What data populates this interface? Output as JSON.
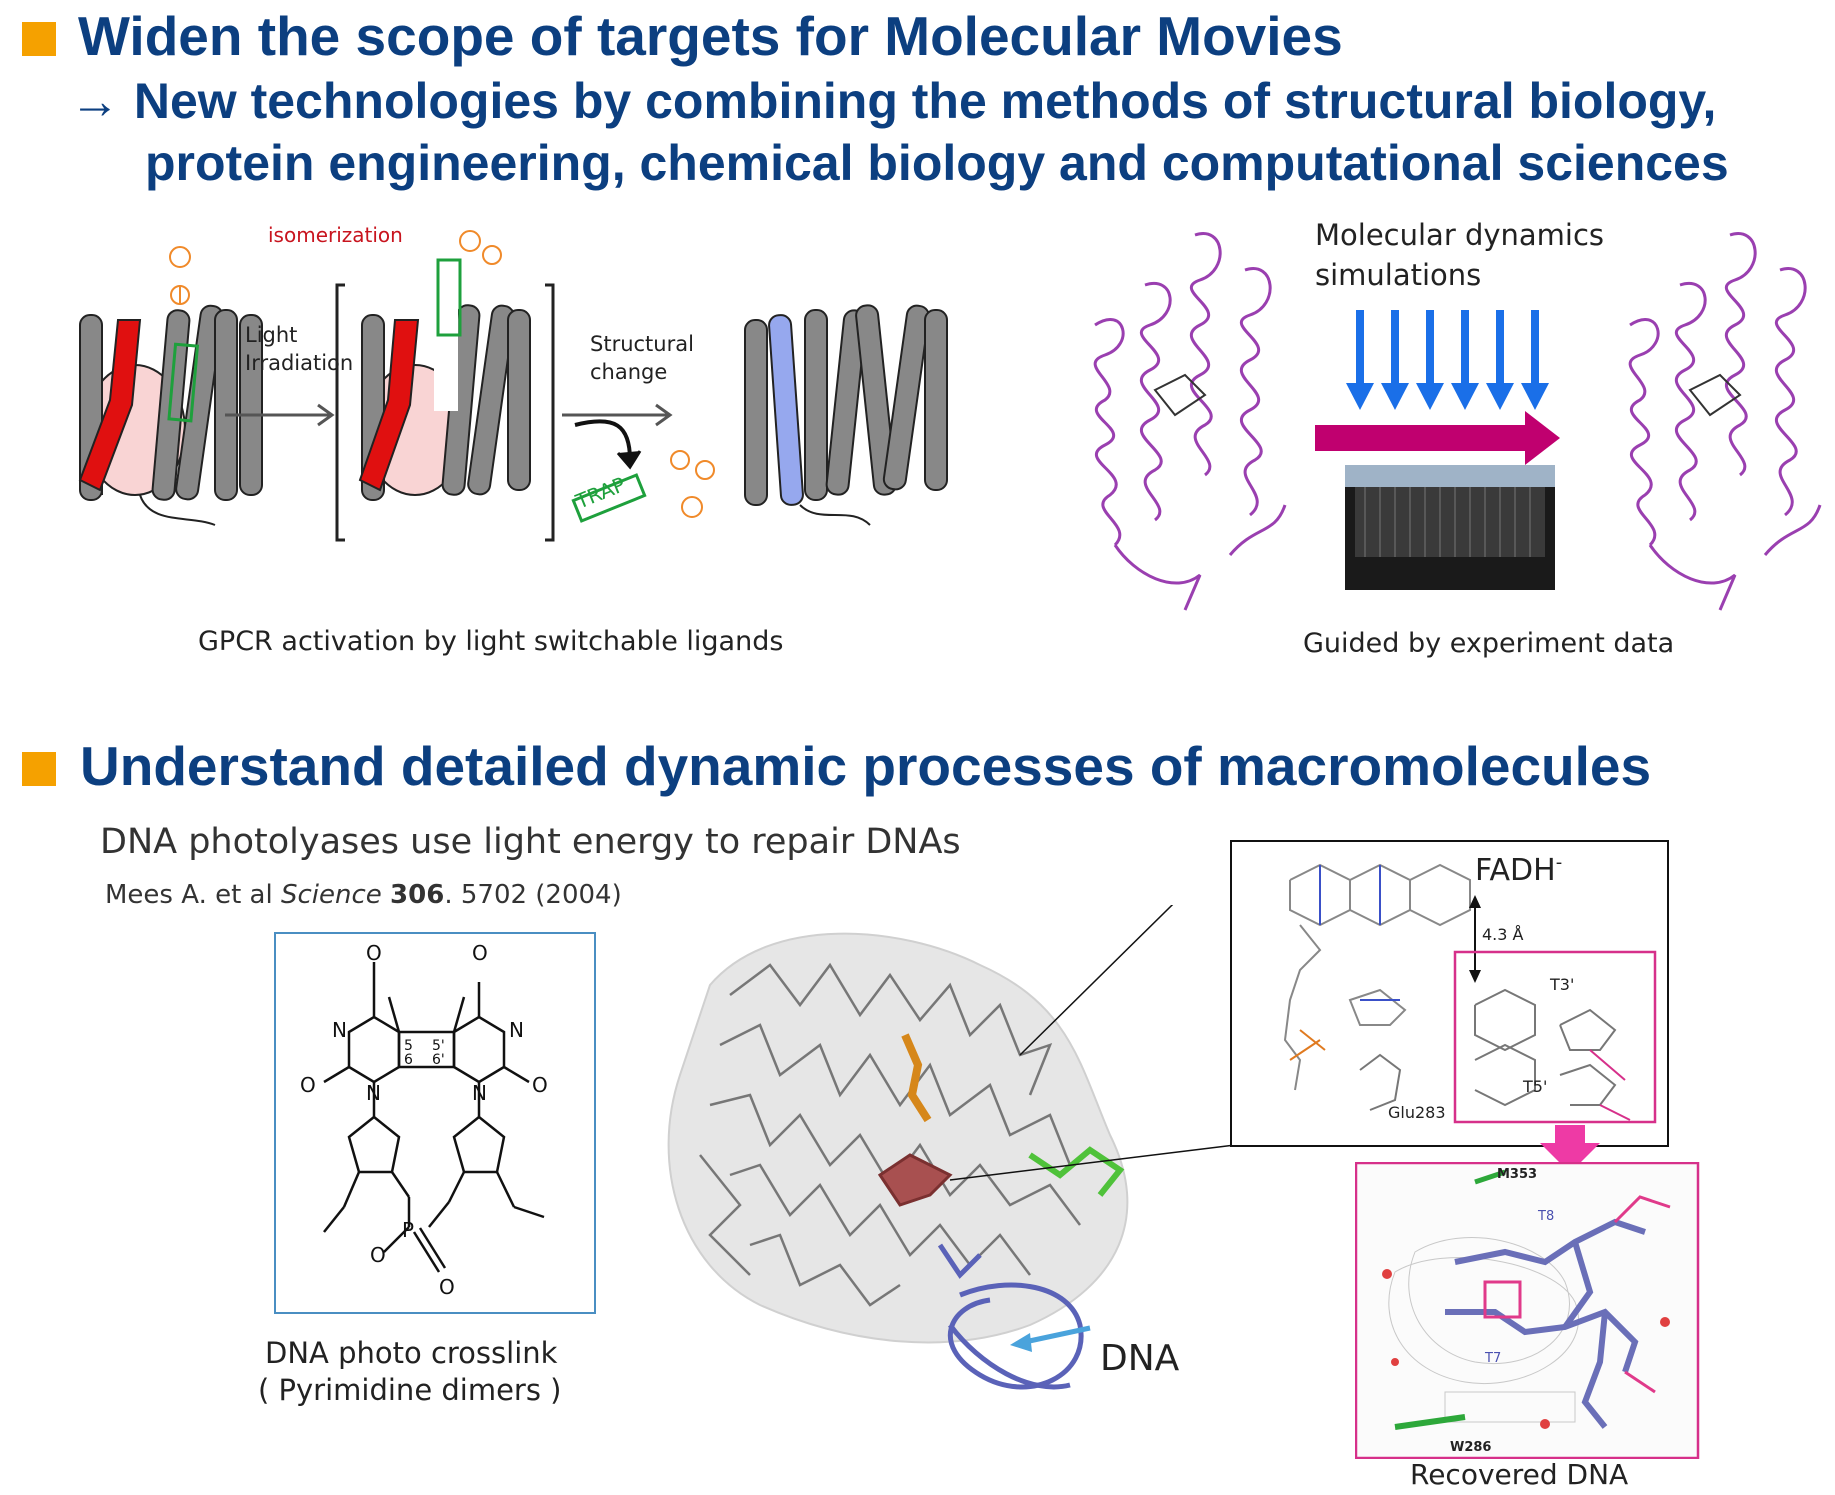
{
  "section1": {
    "heading": "Widen the scope of targets for Molecular Movies",
    "sub_line1": "→ New technologies by combining the methods of structural biology,",
    "sub_line2": "protein engineering, chemical biology and computational sciences"
  },
  "gpcr_figure": {
    "isomerization": "isomerization",
    "light_line1": "Light",
    "light_line2": "Irradiation",
    "structural_line1": "Structural",
    "structural_line2": "change",
    "trap": "TRAP",
    "caption": "GPCR activation by light switchable ligands"
  },
  "md_figure": {
    "label_line1": "Molecular dynamics",
    "label_line2": "simulations",
    "caption": "Guided by experiment data"
  },
  "section2": {
    "heading": "Understand detailed dynamic processes of macromolecules",
    "subtitle": "DNA photolyases use light energy to repair DNAs",
    "citation_authors": "Mees A. et al ",
    "citation_journal": "Science",
    "citation_volume": "306",
    "citation_rest": ". 5702 (2004)"
  },
  "crosslink_figure": {
    "caption_line1": "DNA photo crosslink",
    "caption_line2": "( Pyrimidine dimers )"
  },
  "photolyase_figure": {
    "dna_label": "DNA",
    "fadh_label": "FADH",
    "fadh_superscript": "-",
    "distance": "4.3 Å",
    "t3": "T3'",
    "t5": "T5'",
    "glu": "Glu283",
    "m353": "M353",
    "t8": "T8",
    "t7": "T7",
    "w286": "W286",
    "recovered_caption": "Recovered DNA"
  },
  "colors": {
    "heading_blue": "#0c3f80",
    "bullet_orange": "#f5a100",
    "md_arrow_magenta": "#c0006f",
    "sim_arrows_blue": "#1a6fe8"
  }
}
